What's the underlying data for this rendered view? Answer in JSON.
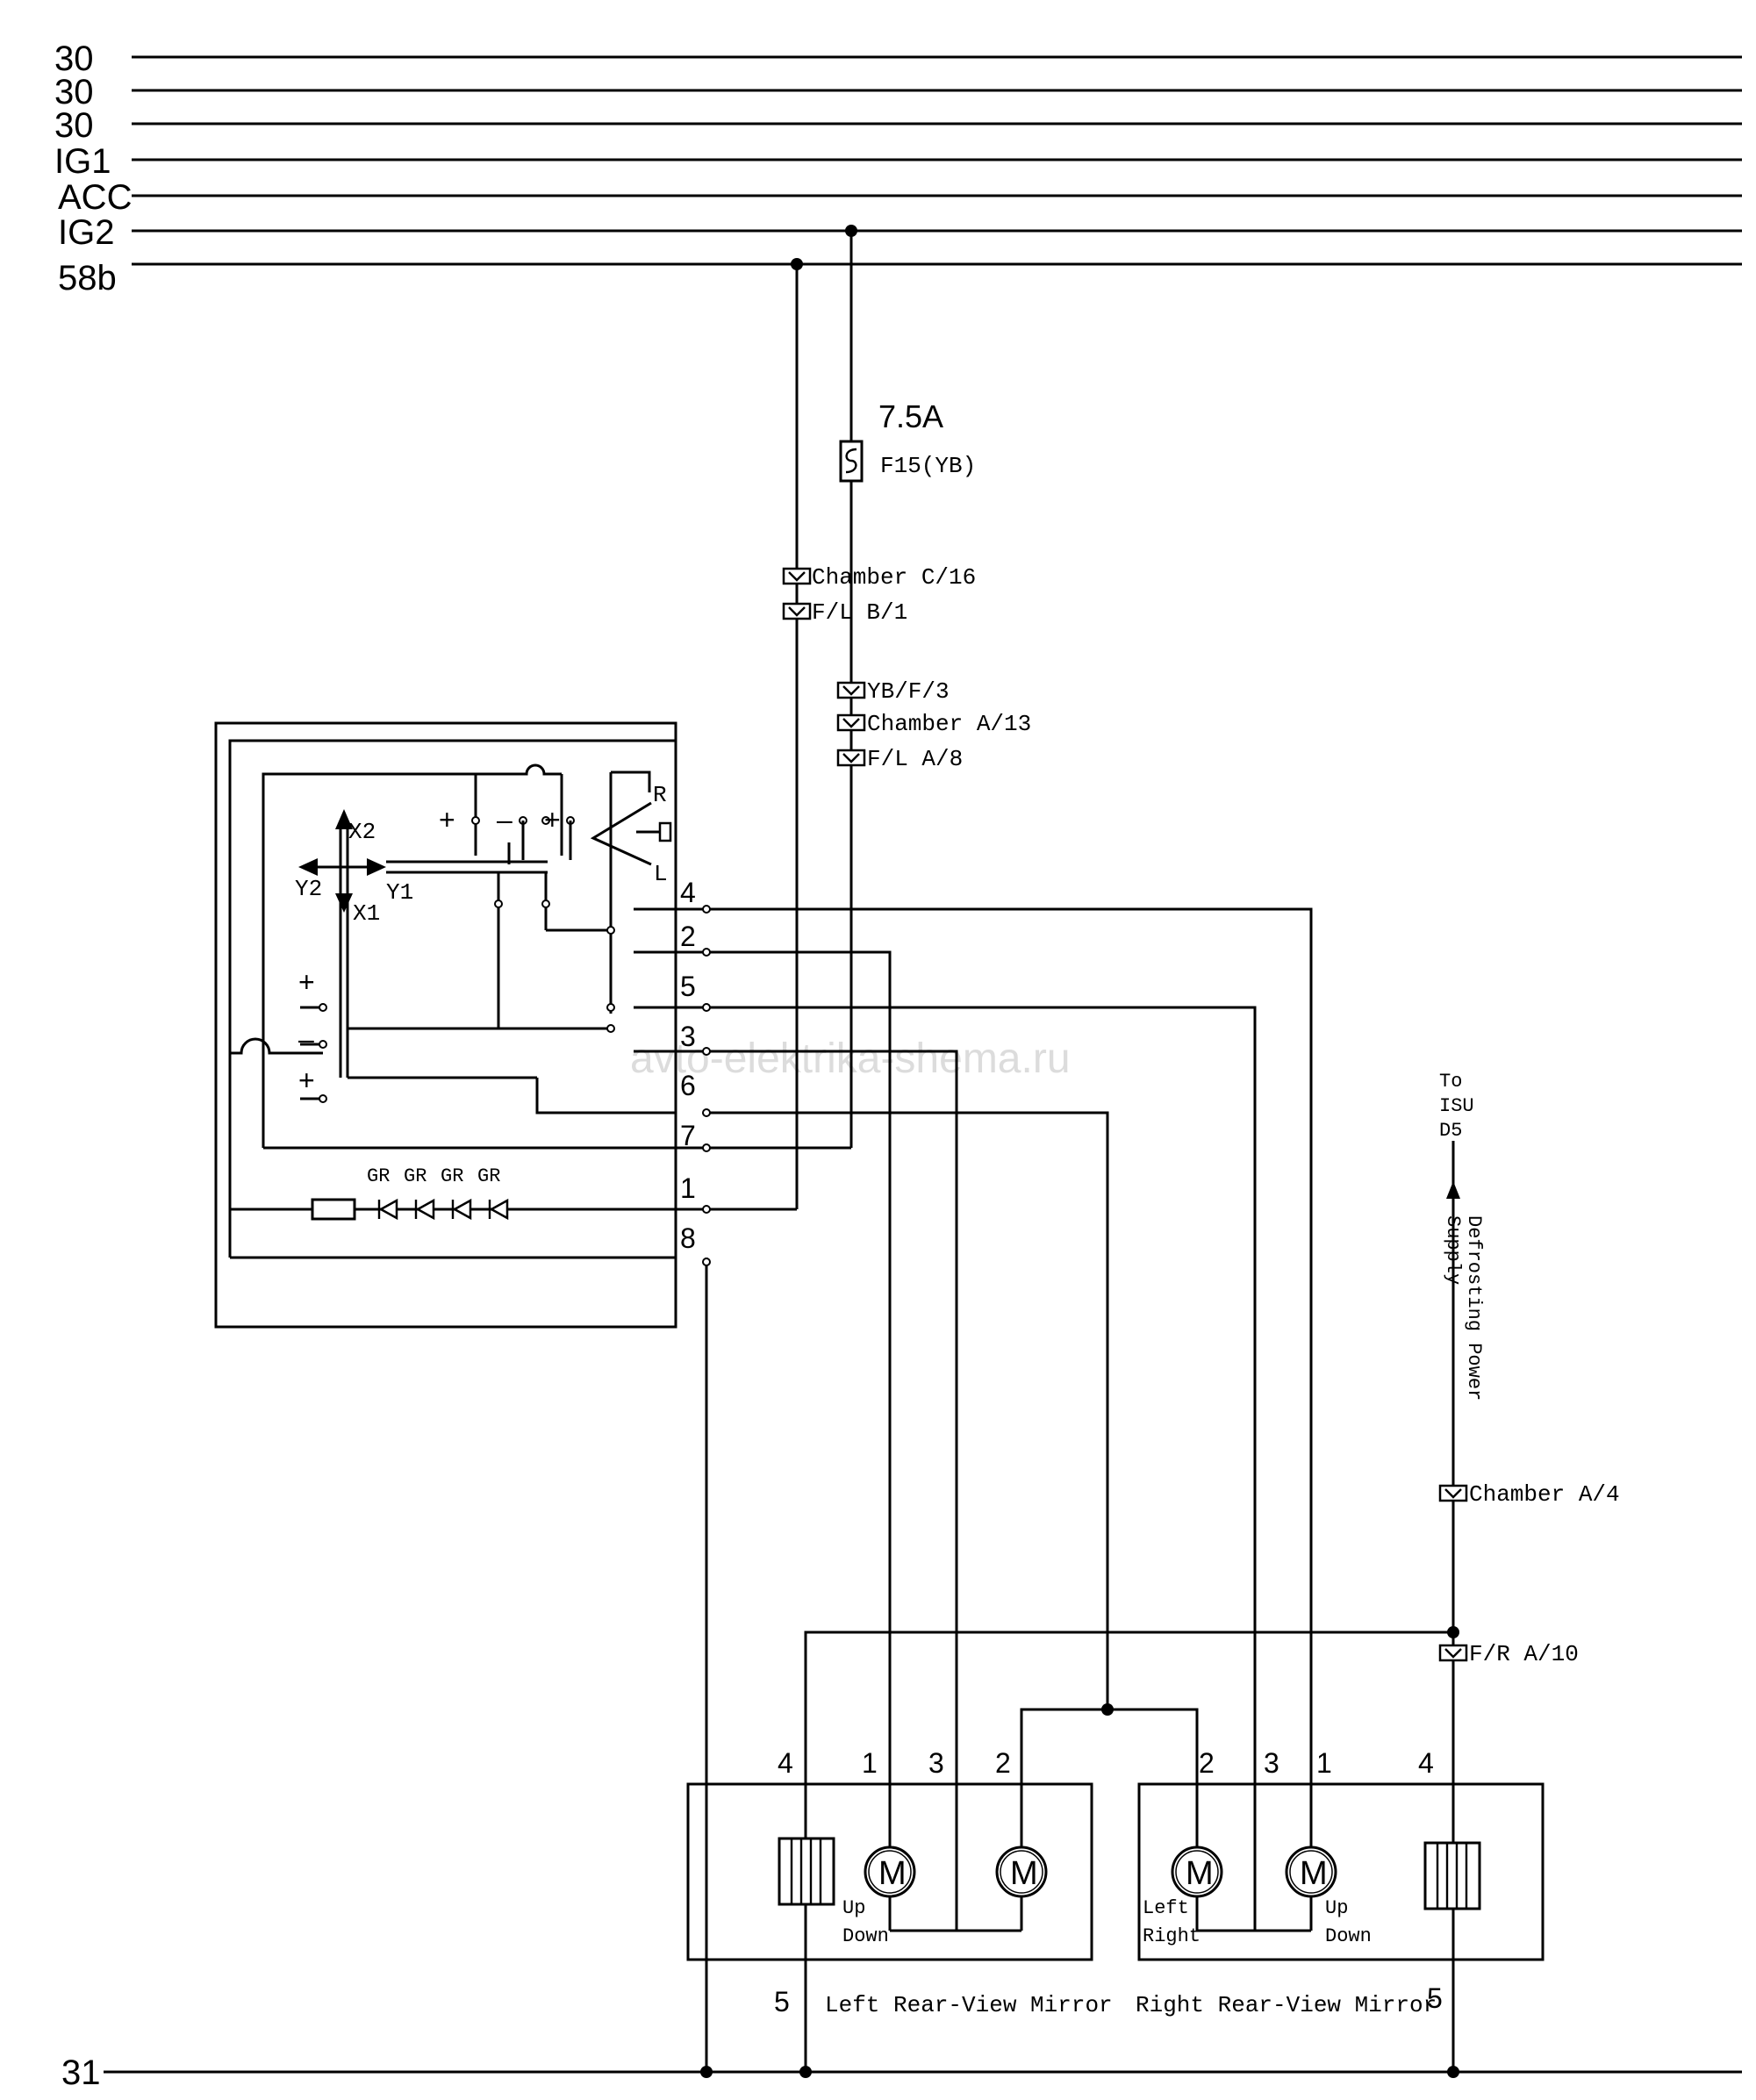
{
  "rails": {
    "r1": "30",
    "r2": "30",
    "r3": "30",
    "r4": "IG1",
    "r5": "ACC",
    "r6": "IG2",
    "r7": "58b",
    "ground": "31"
  },
  "fuse": {
    "rating": "7.5A",
    "name": "F15(YB)"
  },
  "connectors": {
    "c1": "Chamber C/16",
    "c2": "F/L B/1",
    "c3": "YB/F/3",
    "c4": "Chamber A/13",
    "c5": "F/L A/8",
    "c6": "Chamber A/4",
    "c7": "F/R A/10"
  },
  "switch": {
    "axis_x2": "X2",
    "axis_x1": "X1",
    "axis_y2": "Y2",
    "axis_y1": "Y1",
    "pos_r": "R",
    "pos_l": "L",
    "pins": [
      "4",
      "2",
      "5",
      "3",
      "6",
      "7",
      "1",
      "8"
    ],
    "led_labels": [
      "GR",
      "GR",
      "GR",
      "GR"
    ],
    "plus": "+",
    "minus": "–"
  },
  "isu": {
    "to": "To",
    "isu": "ISU",
    "d5": "D5",
    "defrost_1": "Defrosting Power",
    "defrost_2": "Supply"
  },
  "left_mirror": {
    "title": "Left Rear-View Mirror",
    "pin_4": "4",
    "pin_1": "1",
    "pin_3": "3",
    "pin_2": "2",
    "pin_5": "5",
    "motor_glyph": "M",
    "up": "Up",
    "down": "Down"
  },
  "right_mirror": {
    "title": "Right Rear-View Mirror",
    "pin_2": "2",
    "pin_3": "3",
    "pin_1": "1",
    "pin_4": "4",
    "pin_5": "5",
    "motor_glyph": "M",
    "left": "Left",
    "right": "Right",
    "up": "Up",
    "down": "Down"
  },
  "watermark": "avto-elektrika-shema.ru"
}
